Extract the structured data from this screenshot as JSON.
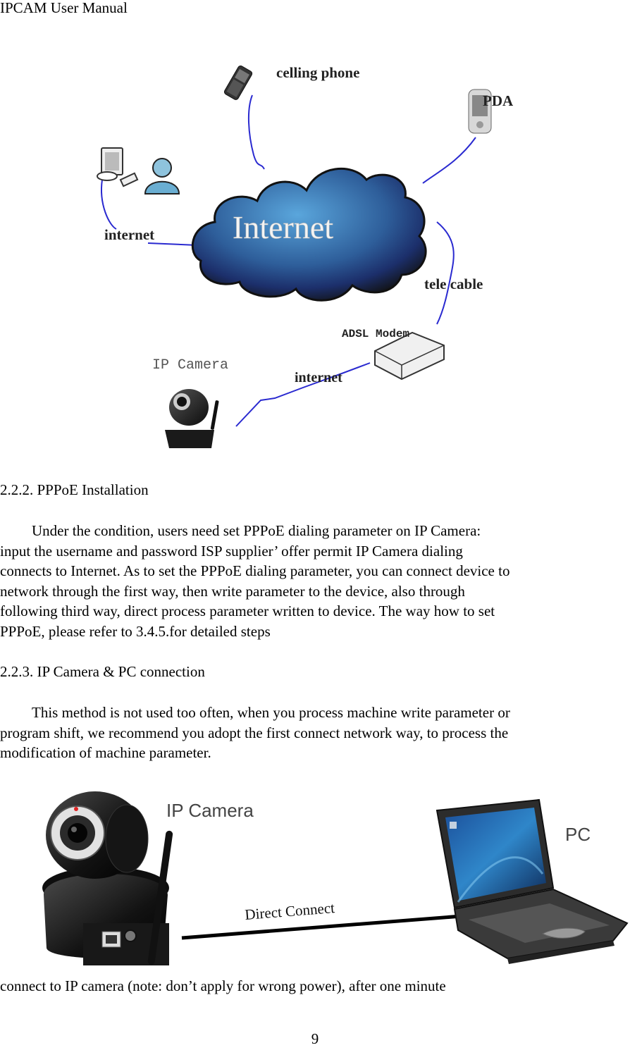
{
  "header": {
    "title": "IPCAM User Manual"
  },
  "figure1": {
    "cloud_label": "Internet",
    "labels": {
      "celling_phone": "celling phone",
      "pda": "PDA",
      "internet_left": "internet",
      "tele_cable": "tele cable",
      "adsl_modem": "ADSL Modem",
      "internet_bottom": "internet",
      "ip_camera": "IP Camera"
    },
    "colors": {
      "link": "#2a2ad0",
      "cloud_light": "#4a8fc8",
      "cloud_dark": "#1c2f6b"
    }
  },
  "section_222": {
    "heading": "2.2.2. PPPoE Installation",
    "lines": [
      "Under the condition, users need set PPPoE dialing parameter on IP Camera:",
      "input the username and password ISP supplier’ offer permit IP Camera dialing",
      "connects to Internet. As to set the PPPoE dialing parameter, you can connect device to",
      "network through the first way, then write parameter to the device, also through",
      "following third way, direct process parameter written to device. The way how to set",
      "PPPoE, please refer to 3.4.5.for detailed steps"
    ]
  },
  "section_223": {
    "heading": "2.2.3. IP Camera & PC connection",
    "lines": [
      "This method is not used too often, when you process machine write parameter or",
      "program shift, we recommend you adopt the first connect network way, to process the",
      "modification of machine parameter."
    ]
  },
  "figure2": {
    "labels": {
      "ip_camera": "IP Camera",
      "pc": "PC",
      "direct_connect": "Direct Connect"
    }
  },
  "trailing_text": "connect to IP camera (note: don’t apply for wrong power), after one minute",
  "footer": {
    "page_number": "9"
  }
}
